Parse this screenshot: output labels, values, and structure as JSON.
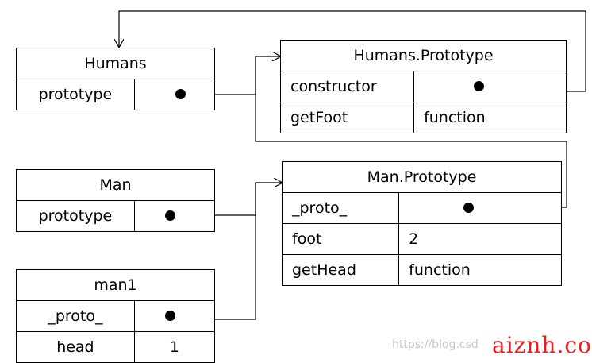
{
  "humans": {
    "title": "Humans",
    "rows": [
      {
        "key": "prototype"
      }
    ]
  },
  "humans_prototype": {
    "title": "Humans.Prototype",
    "rows": [
      {
        "key": "constructor"
      },
      {
        "key": "getFoot",
        "value": "function"
      }
    ]
  },
  "man": {
    "title": "Man",
    "rows": [
      {
        "key": "prototype"
      }
    ]
  },
  "man_prototype": {
    "title": "Man.Prototype",
    "rows": [
      {
        "key": "_proto_"
      },
      {
        "key": "foot",
        "value": "2"
      },
      {
        "key": "getHead",
        "value": "function"
      }
    ]
  },
  "man1": {
    "title": "man1",
    "rows": [
      {
        "key": "_proto_"
      },
      {
        "key": "head",
        "value": "1"
      }
    ]
  },
  "watermark": {
    "url_text": "https://blog.csd",
    "logo_text": "aiznh.com"
  },
  "colors": {
    "line": "#000000",
    "watermark_logo": "#ee1c1c",
    "watermark_url": "#c8c8c8"
  }
}
